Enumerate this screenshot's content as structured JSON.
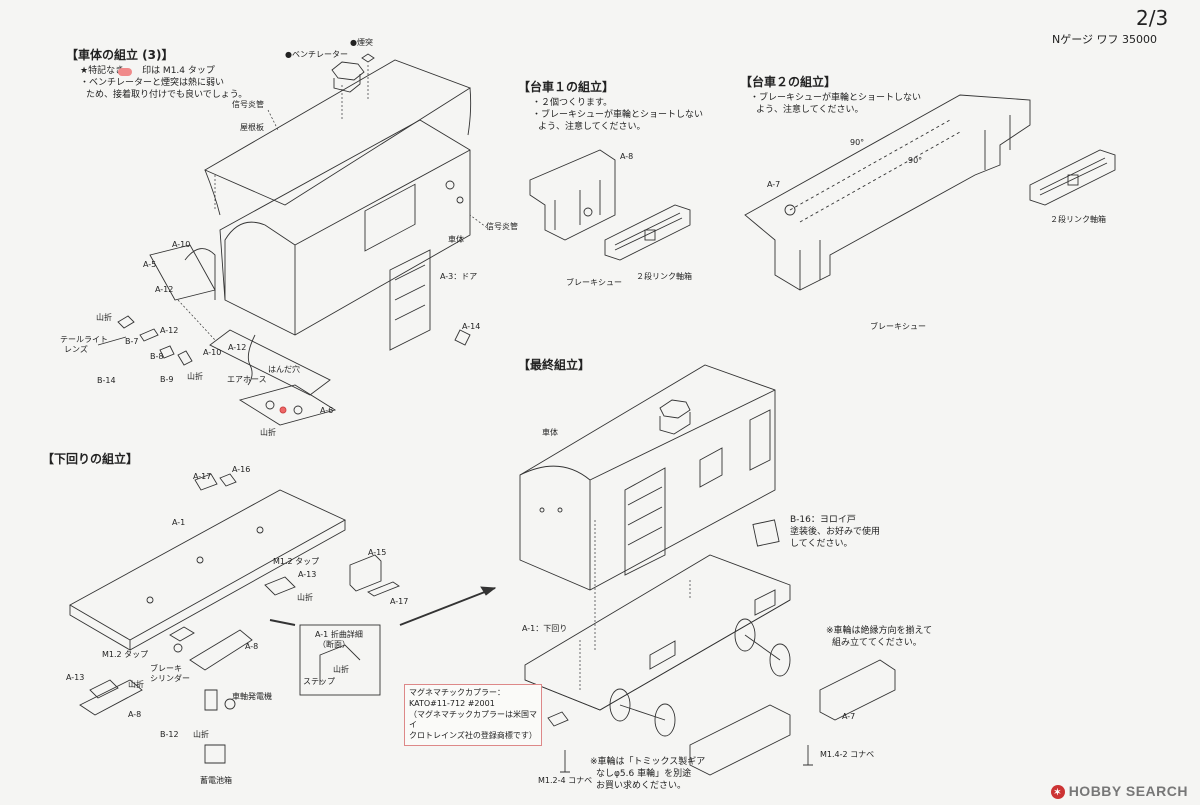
{
  "header": {
    "page": "2/3",
    "product": "Nゲージ ワフ 35000"
  },
  "body_assembly": {
    "title": "【車体の組立 (3)】",
    "notes": [
      "★特記なき　　印は M1.4 タップ",
      "・ベンチレーターと煙突は熱に弱い",
      "ため、接着取り付けでも良いでしょう。"
    ],
    "labels": [
      "●ベンチレーター",
      "●煙突",
      "信号炎管",
      "屋根板",
      "信号炎管",
      "車体",
      "A-3：ドア",
      "A-14",
      "A-10",
      "A-5",
      "A-12",
      "A-12",
      "A-10",
      "A-12",
      "B-7",
      "B-8",
      "B-9",
      "B-14",
      "テールライト",
      "レンズ",
      "山折",
      "山折",
      "エアホース",
      "はんだ穴",
      "A-6",
      "山折"
    ]
  },
  "bogie1": {
    "title": "【台車１の組立】",
    "notes": [
      "・２個つくります。",
      "・ブレーキシューが車輪とショートしない",
      "よう、注意してください。"
    ],
    "labels": [
      "A-8",
      "ブレーキシュー",
      "２段リンク軸箱"
    ]
  },
  "bogie2": {
    "title": "【台車２の組立】",
    "notes": [
      "・ブレーキシューが車輪とショートしない",
      "よう、注意してください。"
    ],
    "labels": [
      "A-7",
      "90°",
      "90°",
      "２段リンク軸箱",
      "ブレーキシュー"
    ]
  },
  "final_assembly": {
    "title": "【最終組立】",
    "labels": [
      "車体",
      "B-16：ヨロイ戸",
      "塗装後、お好みで使用",
      "してください。",
      "A-1：下回り",
      "※車輪は絶縁方向を揃えて",
      "組み立ててください。",
      "A-7",
      "M1.4-2 コナベ",
      "M1.2-4 コナベ",
      "※車輪は「トミックス製ギア",
      "なしφ5.6 車輪」を別途",
      "お買い求めください。"
    ]
  },
  "underframe": {
    "title": "【下回りの組立】",
    "labels": [
      "A-17",
      "A-16",
      "A-1",
      "M1.2 タップ",
      "A-13",
      "山折",
      "A-15",
      "A-17",
      "M1.2 タップ",
      "ブレーキ",
      "シリンダー",
      "A-8",
      "A-13",
      "山折",
      "A-8",
      "車軸発電機",
      "B-12",
      "山折",
      "蓄電池箱",
      "A-1 折曲詳細",
      "（断面）",
      "山折",
      "ステップ"
    ]
  },
  "magnetic_coupler_note": [
    "マグネマチックカプラー：",
    "KATO#11-712 #2001",
    "（マグネマチックカプラーは米国マイ",
    "クロトレインズ社の登録商標です）"
  ],
  "watermark": "HOBBY SEARCH"
}
